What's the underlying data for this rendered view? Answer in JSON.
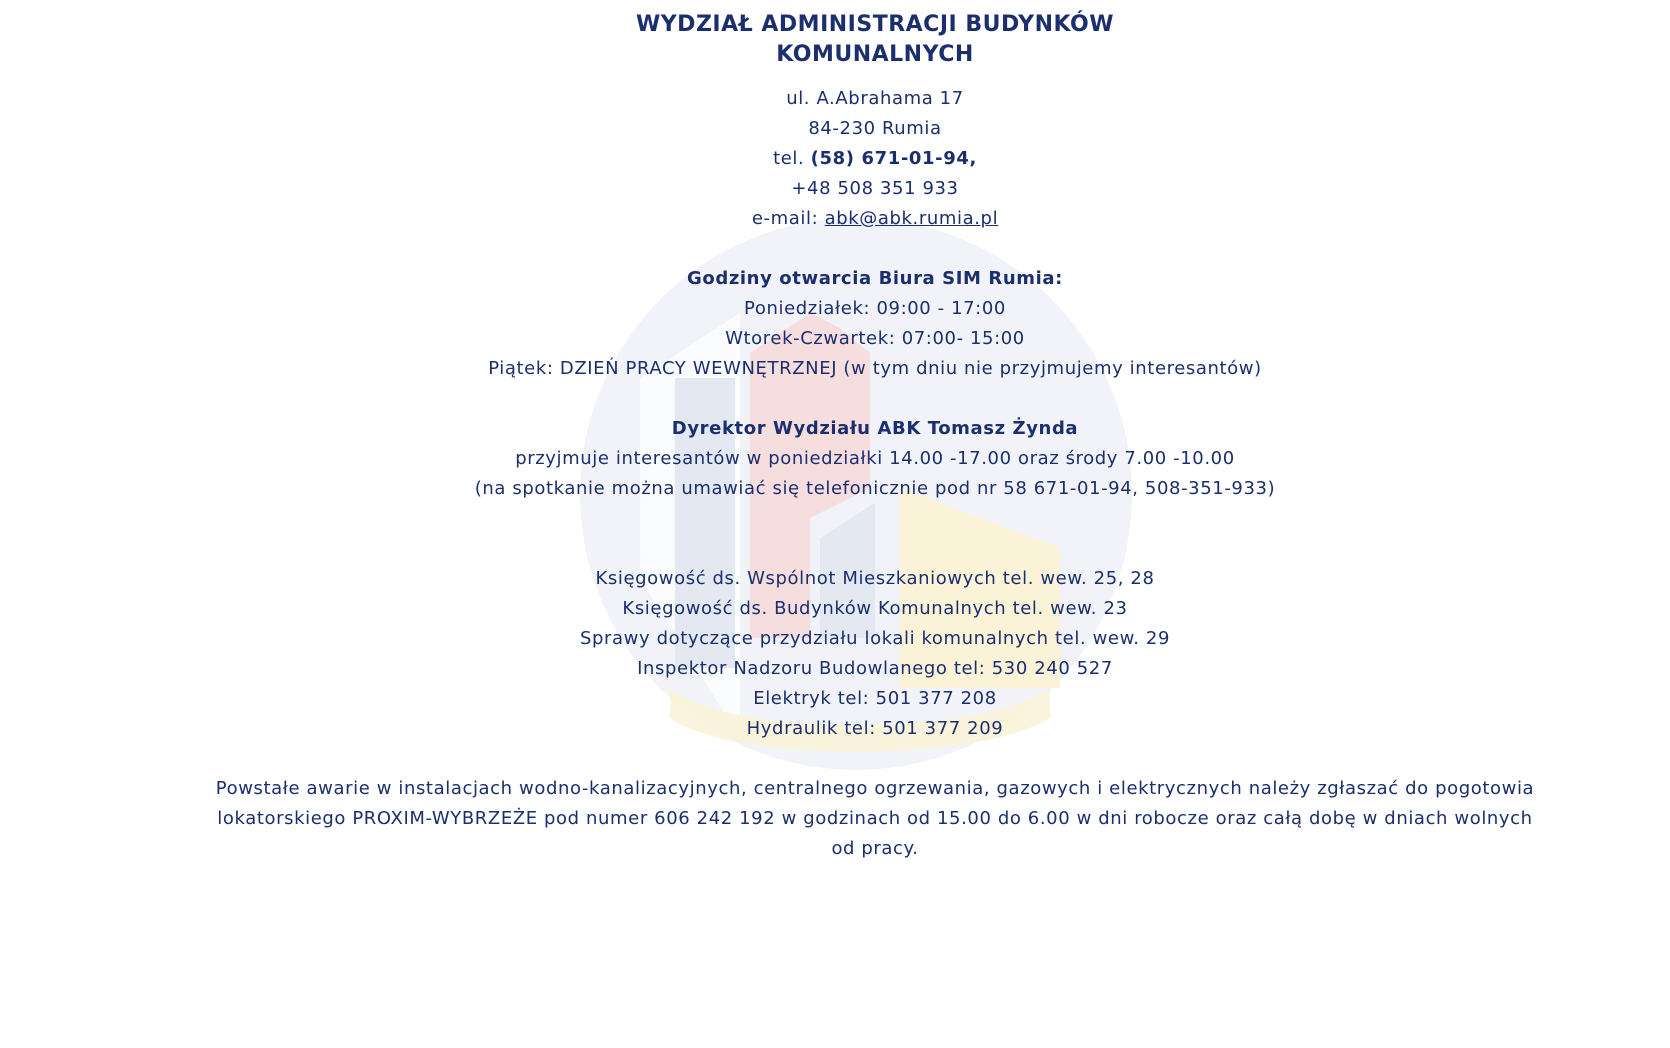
{
  "header": {
    "title_line1": "WYDZIAŁ ADMINISTRACJI BUDYNKÓW",
    "title_line2": "KOMUNALNYCH"
  },
  "address": {
    "street": "ul. A.Abrahama 17",
    "city": "84-230 Rumia",
    "tel_prefix": "tel. ",
    "tel_main": "(58) 671-01-94",
    "tel_sep": ",",
    "tel_mobile": "+48 508 351 933",
    "email_prefix": "e-mail: ",
    "email": "abk@abk.rumia.pl"
  },
  "hours": {
    "heading": "Godziny otwarcia Biura SIM Rumia:",
    "monday": "Poniedziałek: 09:00 - 17:00",
    "tue_thu": "Wtorek-Czwartek: 07:00- 15:00",
    "friday": "Piątek: DZIEŃ PRACY WEWNĘTRZNEJ (w tym dniu nie przyjmujemy interesantów)"
  },
  "director": {
    "heading": "Dyrektor Wydziału ABK Tomasz Żynda",
    "hours": "przyjmuje interesantów w poniedziałki 14.00 -17.00 oraz środy 7.00 -10.00",
    "note": "(na spotkanie można umawiać się telefonicznie pod nr 58 671-01-94, 508-351-933)"
  },
  "contacts": [
    "Księgowość ds. Wspólnot Mieszkaniowych tel. wew. 25, 28",
    "Księgowość ds. Budynków Komunalnych tel. wew. 23",
    "Sprawy dotyczące przydziału lokali komunalnych tel. wew. 29",
    "Inspektor Nadzoru Budowlanego tel: 530 240 527",
    "Elektryk tel: 501 377 208",
    "Hydraulik tel: 501 377 209"
  ],
  "notice": "Powstałe awarie w instalacjach wodno-kanalizacyjnych, centralnego ogrzewania, gazowych i elektrycznych należy zgłaszać do pogotowia lokatorskiego PROXIM-WYBRZEŻE pod numer 606 242 192 w godzinach od 15.00 do 6.00 w dni robocze oraz całą dobę w dniach wolnych od pracy.",
  "colors": {
    "text": "#1b2f6e",
    "watermark_blue": "#e4e8f1",
    "watermark_red": "#f7dede",
    "watermark_yellow": "#fbf3d8"
  }
}
